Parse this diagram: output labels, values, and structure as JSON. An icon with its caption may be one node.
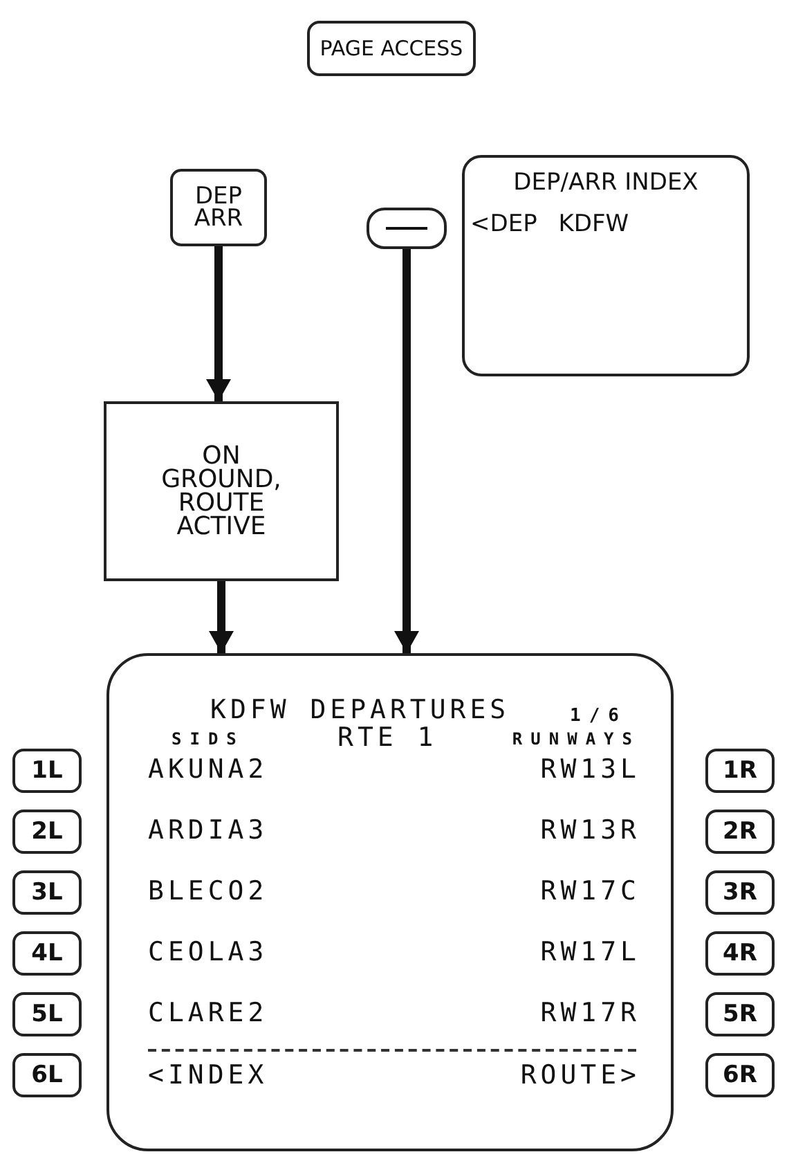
{
  "diagram": {
    "nodes": [
      {
        "text": [
          "PAGE ACCESS"
        ]
      },
      {
        "text": [
          "DEP ARR"
        ]
      },
      {
        "text": [],
        "shape": "box"
      },
      {
        "text": [
          "DEP/ARR INDEX",
          "<DEP KDFW"
        ]
      },
      {
        "text": [
          "ON GROUND, ROUTE ACTIVE"
        ]
      },
      {
        "text": [
          "KDFW DEPARTURES",
          "1/6",
          "SIDS",
          "RTE 1",
          "RUNWAYS",
          "AKUNA2",
          "RW13L",
          "ARDIA3",
          "RW13R",
          "BLECO2",
          "RW17C",
          "CEOLA3",
          "RW17L",
          "CLARE2",
          "RW17R",
          "<INDEX",
          "ROUTE>"
        ]
      },
      {
        "text": [
          "1L"
        ]
      },
      {
        "text": [
          "1R"
        ]
      },
      {
        "text": [
          "2L"
        ]
      },
      {
        "text": [
          "2R"
        ]
      },
      {
        "text": [
          "3L"
        ]
      },
      {
        "text": [
          "3R"
        ]
      },
      {
        "text": [
          "4L"
        ]
      },
      {
        "text": [
          "4R"
        ]
      },
      {
        "text": [
          "5L"
        ]
      },
      {
        "text": [
          "5R"
        ]
      },
      {
        "text": [
          "6L"
        ]
      },
      {
        "text": [
          "6R"
        ]
      }
    ],
    "edges": [
      {
        "from": 1,
        "to": 4,
        "arrow": "to"
      },
      {
        "from": 4,
        "to": 5,
        "arrow": "to"
      },
      {
        "from": 2,
        "to": 5,
        "arrow": "to"
      }
    ]
  }
}
